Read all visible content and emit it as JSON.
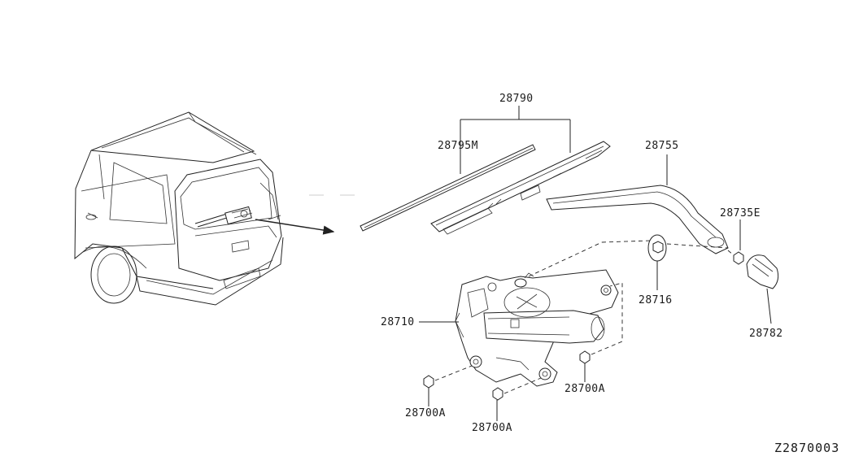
{
  "diagram": {
    "code": "Z2870003",
    "parts": {
      "blade_assembly": "28790",
      "blade_refill": "28795M",
      "arm": "28755",
      "nut_arm": "28735E",
      "seal": "28716",
      "cap": "28782",
      "motor": "28710",
      "bolt_a": "28700A",
      "bolt_b": "28700A",
      "bolt_c": "28700A"
    }
  }
}
